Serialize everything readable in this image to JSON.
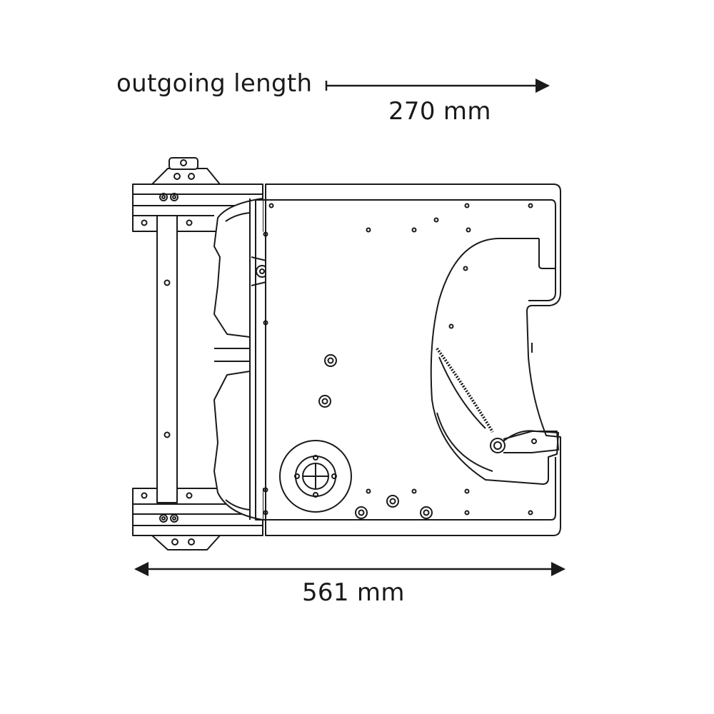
{
  "dimensions": {
    "outgoing_label": "outgoing length",
    "outgoing_value": "270 mm",
    "width_value": "561 mm"
  },
  "colors": {
    "line": "#1a1a1a",
    "background": "#ffffff",
    "fill_light": "#f7f7f7"
  }
}
